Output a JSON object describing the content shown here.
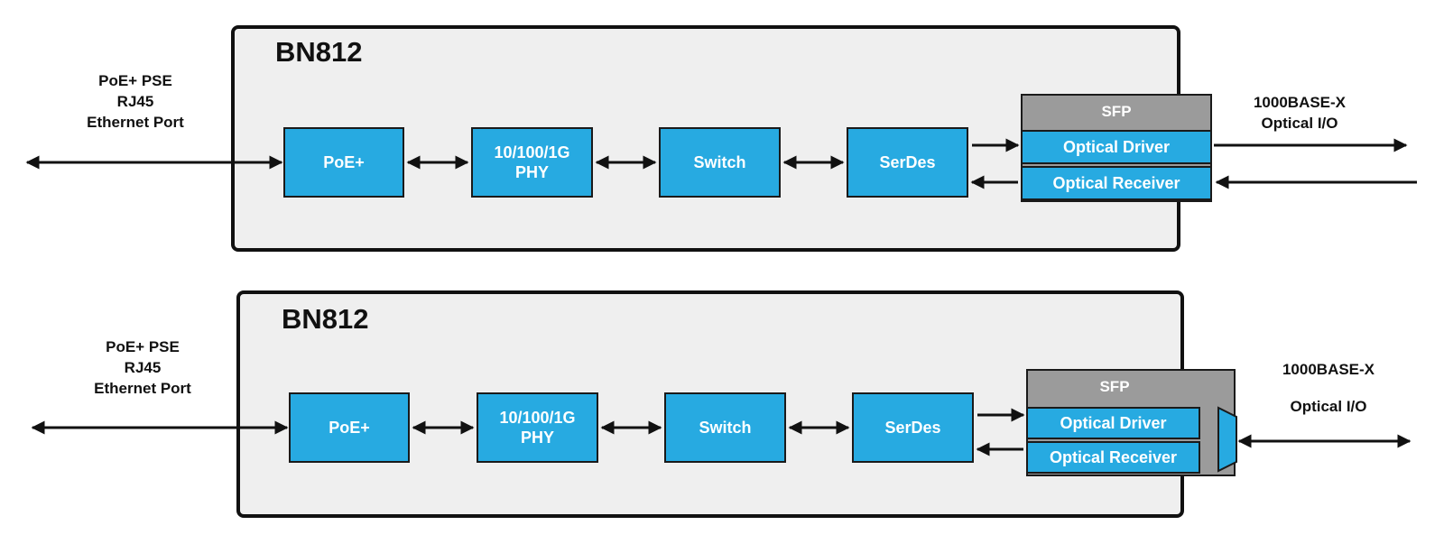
{
  "diagrams": [
    {
      "chassis_title": "BN812",
      "port_label": [
        "PoE+ PSE",
        "RJ45",
        "Ethernet Port"
      ],
      "blocks": {
        "poe": "PoE+",
        "phy": "10/100/1G\nPHY",
        "switch": "Switch",
        "serdes": "SerDes"
      },
      "sfp": {
        "title": "SFP",
        "driver": "Optical Driver",
        "receiver": "Optical Receiver"
      },
      "optical_label": [
        "1000BASE-X",
        "Optical I/O"
      ],
      "block_color": "#27aae1",
      "sfp_color": "#9b9b9b"
    },
    {
      "chassis_title": "BN812",
      "port_label": [
        "PoE+ PSE",
        "RJ45",
        "Ethernet Port"
      ],
      "blocks": {
        "poe": "PoE+",
        "phy": "10/100/1G\nPHY",
        "switch": "Switch",
        "serdes": "SerDes"
      },
      "sfp": {
        "title": "SFP",
        "driver": "Optical Driver",
        "receiver": "Optical Receiver"
      },
      "optical_label": [
        "1000BASE-X",
        "Optical I/O"
      ],
      "block_color": "#27aae1",
      "sfp_color": "#9b9b9b"
    }
  ]
}
